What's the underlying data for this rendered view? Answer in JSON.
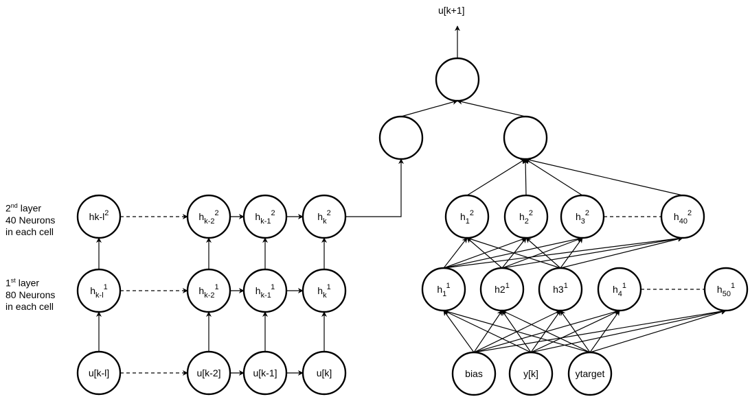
{
  "output_label": "u[k+1]",
  "layer_labels": [
    {
      "base": "2",
      "sup": "nd",
      "rest": " layer",
      "line2": "40 Neurons",
      "line3": "in each cell"
    },
    {
      "base": "1",
      "sup": "st",
      "rest": " layer",
      "line2": "80 Neurons",
      "line3": "in each cell"
    }
  ],
  "rnn": {
    "layer2": [
      {
        "id": "hkl2",
        "main": "hk-l",
        "sub": "",
        "sup": "2"
      },
      {
        "id": "hk2_2",
        "main": "h",
        "sub": "k-2",
        "sup": "2"
      },
      {
        "id": "hk1_2",
        "main": "h",
        "sub": "k-1",
        "sup": "2"
      },
      {
        "id": "hk_2",
        "main": "h",
        "sub": "k",
        "sup": "2"
      }
    ],
    "layer1": [
      {
        "id": "hkl1",
        "main": "h",
        "sub": "k-l",
        "sup": "1"
      },
      {
        "id": "hk2_1",
        "main": "h",
        "sub": "k-2",
        "sup": "1"
      },
      {
        "id": "hk1_1",
        "main": "h",
        "sub": "k-1",
        "sup": "1"
      },
      {
        "id": "hk_1",
        "main": "h",
        "sub": "k",
        "sup": "1"
      }
    ],
    "inputs": [
      {
        "id": "ukl",
        "main": "u[k-l]",
        "sub": "",
        "sup": ""
      },
      {
        "id": "uk2",
        "main": "u[k-2]",
        "sub": "",
        "sup": ""
      },
      {
        "id": "uk1",
        "main": "u[k-1]",
        "sub": "",
        "sup": ""
      },
      {
        "id": "uk",
        "main": "u[k]",
        "sub": "",
        "sup": ""
      }
    ]
  },
  "ffnn": {
    "layer2": [
      {
        "id": "h1_2",
        "main": "h",
        "sub": "1",
        "sup": "2"
      },
      {
        "id": "h2_2",
        "main": "h",
        "sub": "2",
        "sup": "2"
      },
      {
        "id": "h3_2",
        "main": "h",
        "sub": "3",
        "sup": "2"
      },
      {
        "id": "h40_2",
        "main": "h",
        "sub": "40",
        "sup": "2"
      }
    ],
    "layer1": [
      {
        "id": "h1_1",
        "main": "h",
        "sub": "1",
        "sup": "1"
      },
      {
        "id": "h2_1",
        "main": "h2",
        "sub": "",
        "sup": "1"
      },
      {
        "id": "h3_1",
        "main": "h3",
        "sub": "",
        "sup": "1"
      },
      {
        "id": "h4_1",
        "main": "h",
        "sub": "4",
        "sup": "1"
      },
      {
        "id": "h50_1",
        "main": "h",
        "sub": "50",
        "sup": "1"
      }
    ],
    "inputs": [
      {
        "id": "bias",
        "main": "bias",
        "sub": "",
        "sup": ""
      },
      {
        "id": "yk",
        "main": "y[k]",
        "sub": "",
        "sup": ""
      },
      {
        "id": "ytarget",
        "main": "ytarget",
        "sub": "",
        "sup": ""
      }
    ]
  },
  "merge": {
    "left": {
      "id": "merge_left",
      "main": "",
      "sub": "",
      "sup": ""
    },
    "right": {
      "id": "merge_right",
      "main": "",
      "sub": "",
      "sup": ""
    },
    "output": {
      "id": "out",
      "main": "",
      "sub": "",
      "sup": ""
    }
  }
}
